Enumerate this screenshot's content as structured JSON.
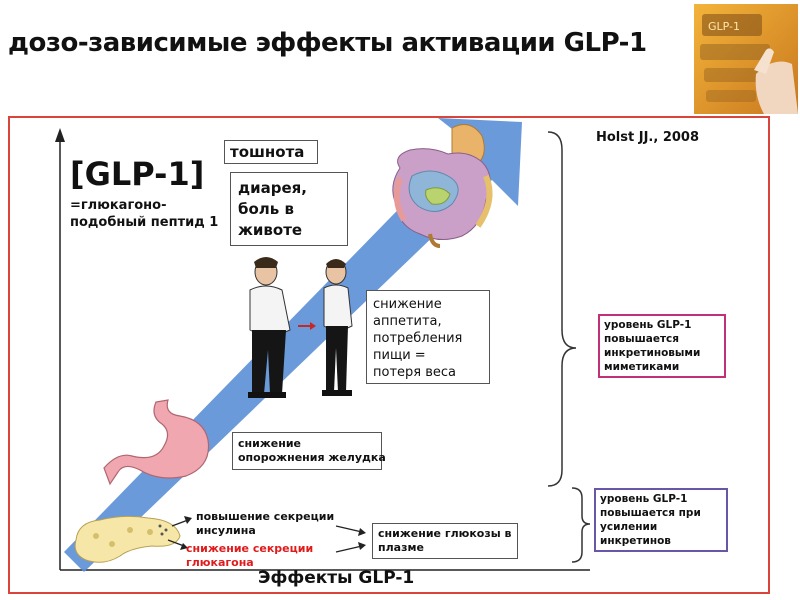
{
  "title": "дозо-зависимые эффекты активации GLP-1",
  "citation": "Holst JJ., 2008",
  "corner_image_text": "GLP-1",
  "axis": {
    "y_label": "[GLP-1]",
    "y_label_definition": [
      "=глюкагоно-",
      "подобный пептид 1"
    ],
    "x_label": "Эффекты GLP-1"
  },
  "effects": {
    "nausea": "тошнота",
    "diarrhea": [
      "диарея,",
      "боль в",
      "животе"
    ],
    "appetite": [
      "снижение",
      "аппетита,",
      "потребления",
      "пищи =",
      "потеря веса"
    ],
    "gastric": [
      "снижение",
      "опорожнения желудка"
    ],
    "insulin": [
      "повышение секреции",
      "инсулина"
    ],
    "glucagon": [
      "снижение секреции",
      "глюкагона"
    ],
    "glucose": [
      "снижение глюкозы в",
      "плазме"
    ]
  },
  "levels": {
    "mimetics": [
      "уровень GLP-1",
      "повышается",
      "инкретиновыми",
      "миметиками"
    ],
    "enhancers": [
      "уровень GLP-1",
      "повышается при",
      "усилении",
      "инкретинов"
    ]
  },
  "colors": {
    "frame": "#d9443b",
    "arrow": "#5b8fd6",
    "glucagon_text": "#e01b1b",
    "mimetics_border": "#c0317a",
    "enhancers_border": "#6a56a8"
  }
}
